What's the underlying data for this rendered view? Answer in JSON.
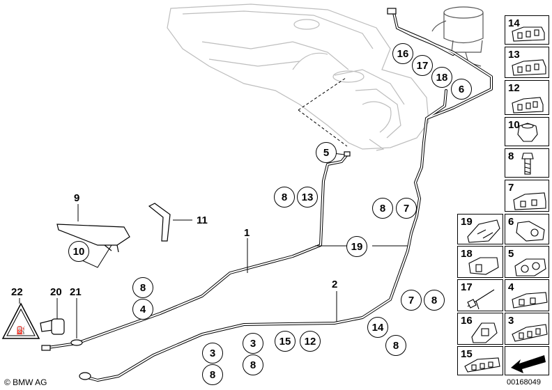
{
  "callouts": [
    {
      "id": "c16",
      "text": "16"
    },
    {
      "id": "c17",
      "text": "17"
    },
    {
      "id": "c18",
      "text": "18"
    },
    {
      "id": "c6",
      "text": "6"
    },
    {
      "id": "c5",
      "text": "5"
    },
    {
      "id": "c8a",
      "text": "8"
    },
    {
      "id": "c13",
      "text": "13"
    },
    {
      "id": "c8b",
      "text": "8"
    },
    {
      "id": "c7a",
      "text": "7"
    },
    {
      "id": "c10",
      "text": "10"
    },
    {
      "id": "c19",
      "text": "19"
    },
    {
      "id": "c8c",
      "text": "8"
    },
    {
      "id": "c4",
      "text": "4"
    },
    {
      "id": "c7b",
      "text": "7"
    },
    {
      "id": "c8d",
      "text": "8"
    },
    {
      "id": "c14",
      "text": "14"
    },
    {
      "id": "c8e",
      "text": "8"
    },
    {
      "id": "c3a",
      "text": "3"
    },
    {
      "id": "c8f",
      "text": "8"
    },
    {
      "id": "c3b",
      "text": "3"
    },
    {
      "id": "c8g",
      "text": "8"
    },
    {
      "id": "c15",
      "text": "15"
    },
    {
      "id": "c12",
      "text": "12"
    }
  ],
  "labels": [
    {
      "id": "l9",
      "text": "9"
    },
    {
      "id": "l11",
      "text": "11"
    },
    {
      "id": "l1",
      "text": "1"
    },
    {
      "id": "l2",
      "text": "2"
    },
    {
      "id": "l22",
      "text": "22"
    },
    {
      "id": "l20",
      "text": "20"
    },
    {
      "id": "l21",
      "text": "21"
    }
  ],
  "parts_panel": [
    {
      "id": "p14",
      "label": "14",
      "icon": "clip-icon"
    },
    {
      "id": "p13",
      "label": "13",
      "icon": "clip-icon"
    },
    {
      "id": "p12",
      "label": "12",
      "icon": "clip-icon"
    },
    {
      "id": "p10",
      "label": "10",
      "icon": "nut-icon"
    },
    {
      "id": "p8",
      "label": "8",
      "icon": "screw-icon"
    },
    {
      "id": "p7",
      "label": "7",
      "icon": "clip-icon"
    },
    {
      "id": "p19",
      "label": "19",
      "icon": "holder-icon"
    },
    {
      "id": "p6",
      "label": "6",
      "icon": "clip-icon"
    },
    {
      "id": "p18",
      "label": "18",
      "icon": "holder-icon"
    },
    {
      "id": "p5",
      "label": "5",
      "icon": "clip-icon"
    },
    {
      "id": "p17",
      "label": "17",
      "icon": "cable-tie-icon"
    },
    {
      "id": "p4",
      "label": "4",
      "icon": "clip-icon"
    },
    {
      "id": "p16",
      "label": "16",
      "icon": "holder-icon"
    },
    {
      "id": "p3",
      "label": "3",
      "icon": "clip-icon"
    },
    {
      "id": "p15",
      "label": "15",
      "icon": "clip-icon"
    },
    {
      "id": "parrow",
      "label": "",
      "icon": "arrow-icon"
    }
  ],
  "footer": {
    "copyright": "© BMW AG",
    "diagram_number": "00168049"
  },
  "colors": {
    "line": "#000000",
    "tank": "#bdbdbd",
    "background": "#ffffff"
  }
}
